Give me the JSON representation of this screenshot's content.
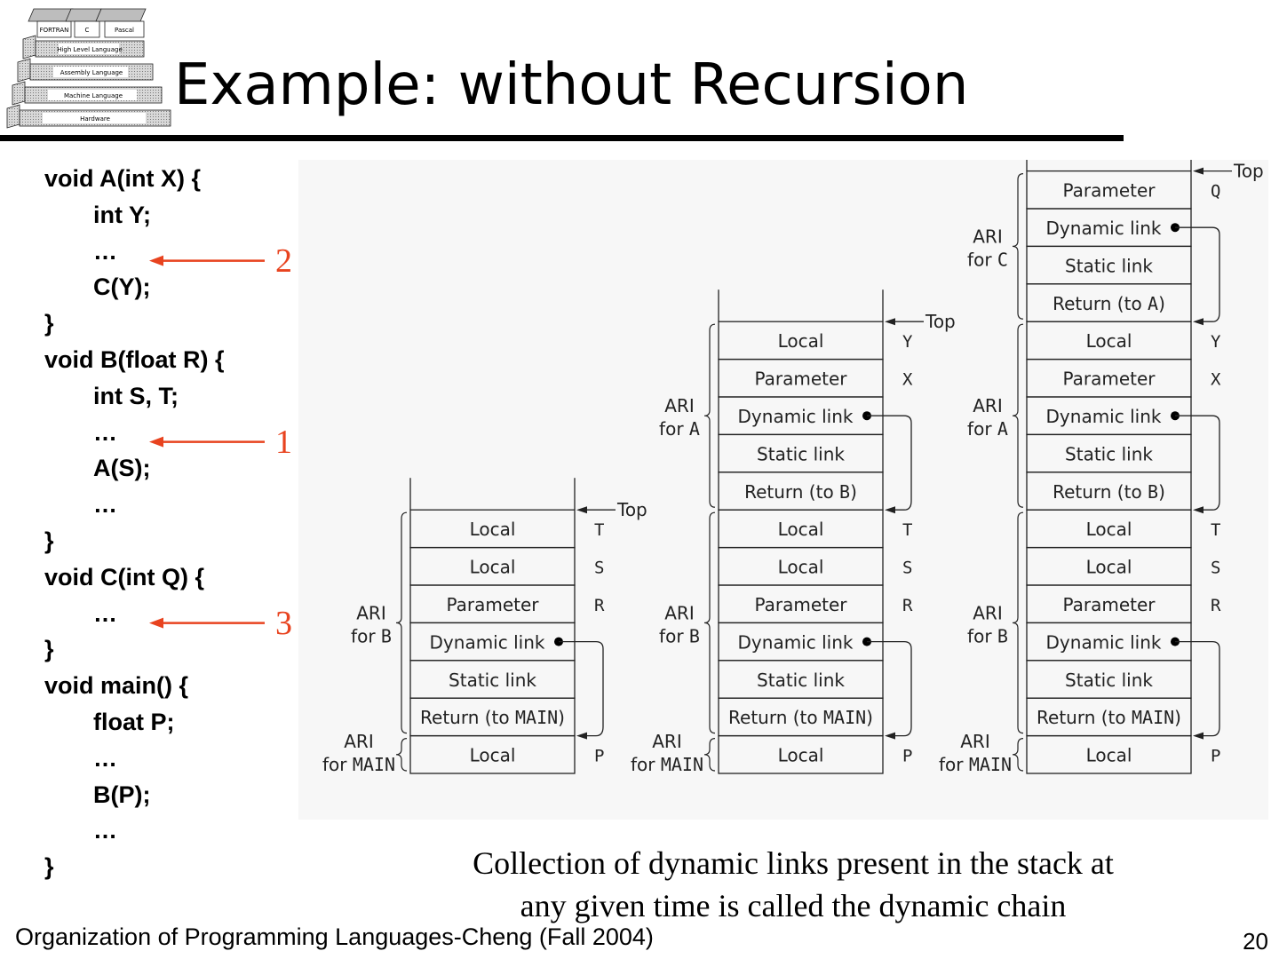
{
  "slide": {
    "title": "Example: without Recursion",
    "footer": "Organization of Programming Languages-Cheng (Fall 2004)",
    "page_number": "20",
    "caption_line1": "Collection of dynamic links present in the stack at",
    "caption_line2": "any given time is called the dynamic chain"
  },
  "logo": {
    "tiles": [
      "FORTRAN",
      "C",
      "Pascal"
    ],
    "layers": [
      "High Level Language",
      "Assembly Language",
      "Machine Language",
      "Hardware"
    ]
  },
  "code": [
    {
      "text": "void A(int X) {",
      "indent": false
    },
    {
      "text": "int Y;",
      "indent": true
    },
    {
      "text": "…",
      "indent": true
    },
    {
      "text": "C(Y);",
      "indent": true
    },
    {
      "text": "}",
      "indent": false
    },
    {
      "text": "void B(float R) {",
      "indent": false
    },
    {
      "text": "int S, T;",
      "indent": true
    },
    {
      "text": "…",
      "indent": true
    },
    {
      "text": "A(S);",
      "indent": true
    },
    {
      "text": "…",
      "indent": true
    },
    {
      "text": "}",
      "indent": false
    },
    {
      "text": "void C(int Q) {",
      "indent": false
    },
    {
      "text": "…",
      "indent": true
    },
    {
      "text": "}",
      "indent": false
    },
    {
      "text": "void main() {",
      "indent": false
    },
    {
      "text": "float P;",
      "indent": true
    },
    {
      "text": "…",
      "indent": true
    },
    {
      "text": "B(P);",
      "indent": true
    },
    {
      "text": "…",
      "indent": true
    },
    {
      "text": "}",
      "indent": false
    }
  ],
  "markers": [
    {
      "label": "2",
      "line": 2
    },
    {
      "label": "1",
      "line": 7
    },
    {
      "label": "3",
      "line": 12
    }
  ],
  "colors": {
    "marker": "#e8431f",
    "diagram_bg": "#f7f7f7"
  },
  "diagram": {
    "top_label": "Top",
    "stacks": [
      {
        "ari": [
          {
            "for": "B",
            "cells": [
              "Local",
              "Local",
              "Parameter",
              "Dynamic link",
              "Static link",
              "Return (to |MAIN|)"
            ],
            "vars": [
              "T",
              "S",
              "R",
              "",
              "",
              ""
            ],
            "dyn_index": 3
          },
          {
            "for": "MAIN",
            "cells": [
              "Local"
            ],
            "vars": [
              "P"
            ]
          }
        ]
      },
      {
        "ari": [
          {
            "for": "A",
            "cells": [
              "Local",
              "Parameter",
              "Dynamic link",
              "Static link",
              "Return (to |B|)"
            ],
            "vars": [
              "Y",
              "X",
              "",
              "",
              ""
            ],
            "dyn_index": 2
          },
          {
            "for": "B",
            "cells": [
              "Local",
              "Local",
              "Parameter",
              "Dynamic link",
              "Static link",
              "Return (to |MAIN|)"
            ],
            "vars": [
              "T",
              "S",
              "R",
              "",
              "",
              ""
            ],
            "dyn_index": 3
          },
          {
            "for": "MAIN",
            "cells": [
              "Local"
            ],
            "vars": [
              "P"
            ]
          }
        ]
      },
      {
        "ari": [
          {
            "for": "C",
            "cells": [
              "Parameter",
              "Dynamic link",
              "Static link",
              "Return (to |A|)"
            ],
            "vars": [
              "Q",
              "",
              "",
              ""
            ],
            "dyn_index": 1
          },
          {
            "for": "A",
            "cells": [
              "Local",
              "Parameter",
              "Dynamic link",
              "Static link",
              "Return (to |B|)"
            ],
            "vars": [
              "Y",
              "X",
              "",
              "",
              ""
            ],
            "dyn_index": 2
          },
          {
            "for": "B",
            "cells": [
              "Local",
              "Local",
              "Parameter",
              "Dynamic link",
              "Static link",
              "Return (to |MAIN|)"
            ],
            "vars": [
              "T",
              "S",
              "R",
              "",
              "",
              ""
            ],
            "dyn_index": 3
          },
          {
            "for": "MAIN",
            "cells": [
              "Local"
            ],
            "vars": [
              "P"
            ]
          }
        ]
      }
    ]
  }
}
